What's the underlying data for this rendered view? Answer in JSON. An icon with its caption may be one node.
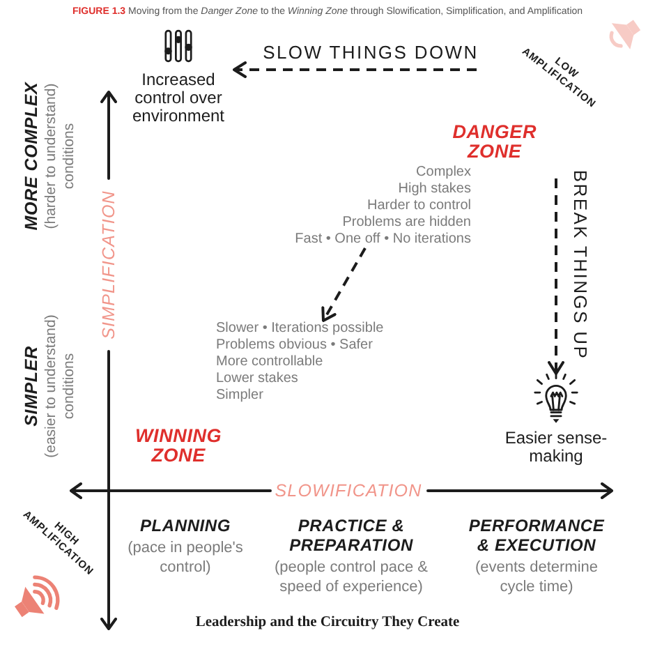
{
  "diagram": {
    "title": "**FIGURE 1.3** Moving from the *Danger Zone* to the *Winning Zone* through Slowification, Simplification, and Amplification",
    "caption": "Leadership and the Circuitry They Create",
    "nodes": [
      {
        "text": [
          "Increased control over environment"
        ]
      },
      {
        "text": [
          "DANGER ZONE",
          "Complex",
          "High stakes",
          "Harder to control",
          "Problems are hidden",
          "Fast • One off • No iterations"
        ]
      },
      {
        "text": [
          "WINNING ZONE",
          "Slower • Iterations possible",
          "Problems obvious • Safer",
          "More controllable",
          "Lower stakes",
          "Simpler"
        ]
      },
      {
        "text": [
          "Easier sense-making"
        ]
      }
    ],
    "edges": [
      {
        "from": null,
        "to": 0,
        "arrow": "to",
        "label": "SLOW THINGS DOWN",
        "style": "dashed"
      },
      {
        "from": 1,
        "to": 3,
        "arrow": "to",
        "label": "BREAK THINGS UP",
        "style": "dashed"
      },
      {
        "from": 1,
        "to": 2,
        "arrow": "to",
        "style": "dashed"
      }
    ],
    "labels": [
      "LOW AMPLIFICATION",
      "MORE COMPLEX",
      "(harder to understand) conditions",
      "SIMPLIFICATION",
      "SIMPLER",
      "(easier to understand) conditions",
      "SLOWIFICATION",
      "HIGH AMPLIFICATION",
      "PLANNING",
      "(pace in people's control)",
      "PRACTICE & PREPARATION",
      "(people control pace & speed of experience)",
      "PERFORMANCE & EXECUTION",
      "(events determine cycle time)"
    ]
  }
}
